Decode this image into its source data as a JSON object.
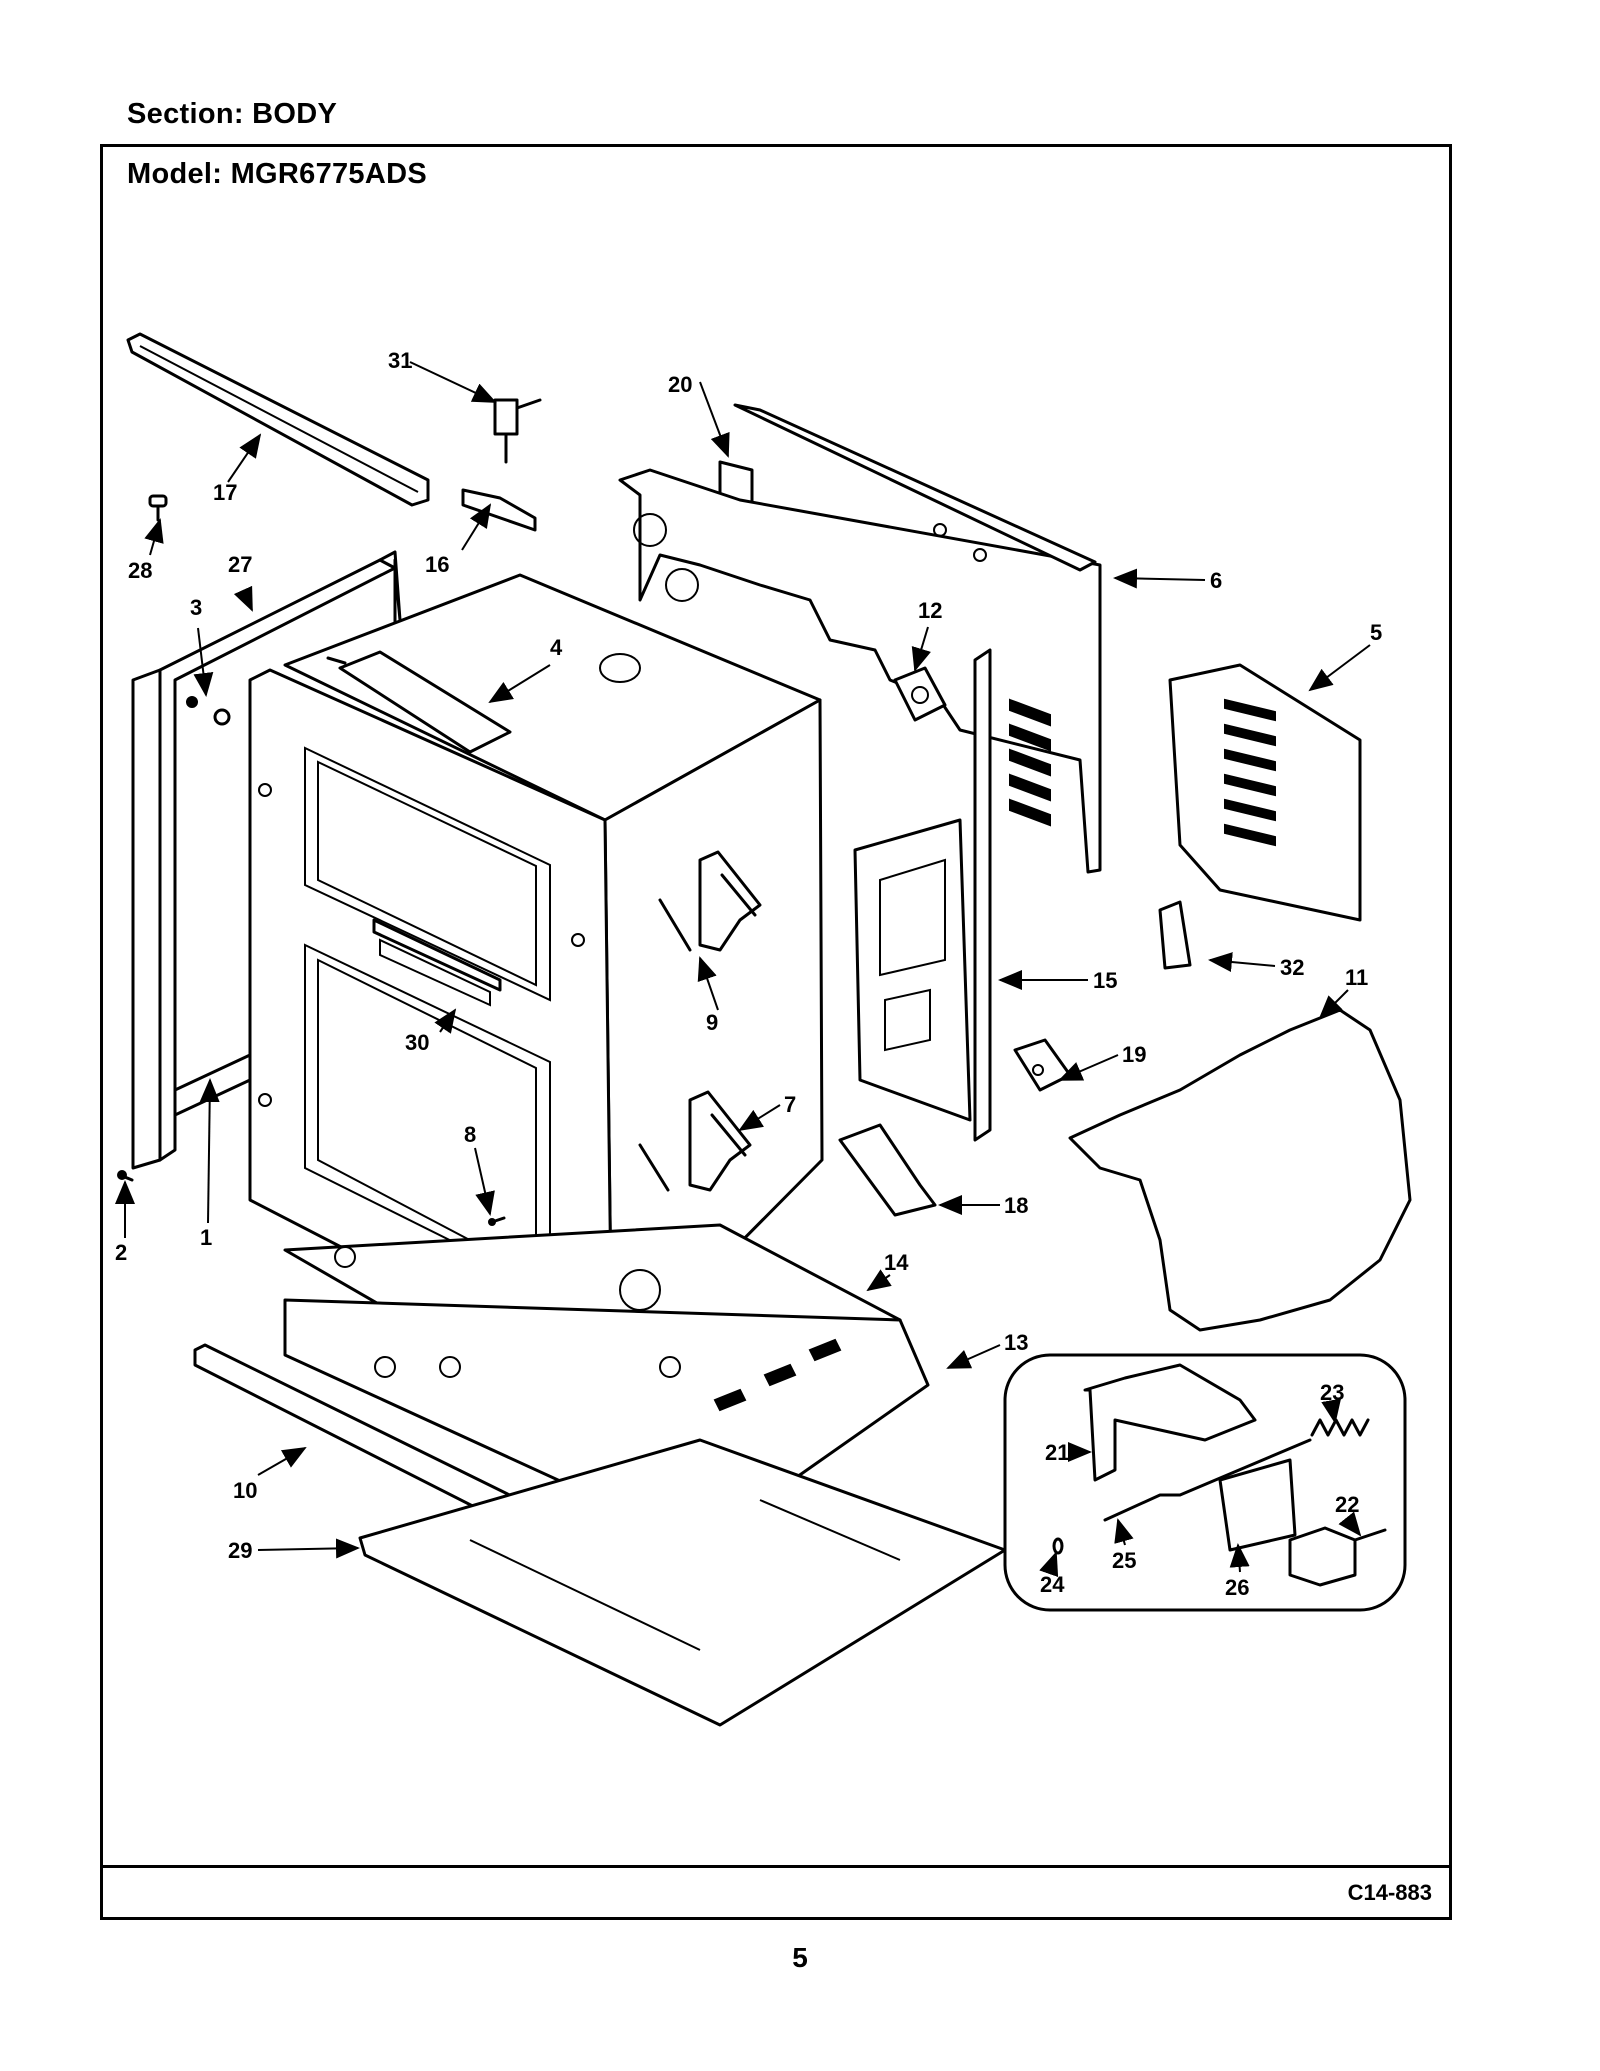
{
  "section_title": "Section:  BODY",
  "model_title": "Model:  MGR6775ADS",
  "drawing_code": "C14-883",
  "page_number": "5",
  "callouts": [
    "1",
    "2",
    "3",
    "4",
    "5",
    "6",
    "7",
    "8",
    "9",
    "10",
    "11",
    "12",
    "13",
    "14",
    "15",
    "16",
    "17",
    "18",
    "19",
    "20",
    "21",
    "22",
    "23",
    "24",
    "25",
    "26",
    "27",
    "28",
    "29",
    "30",
    "31",
    "32"
  ]
}
